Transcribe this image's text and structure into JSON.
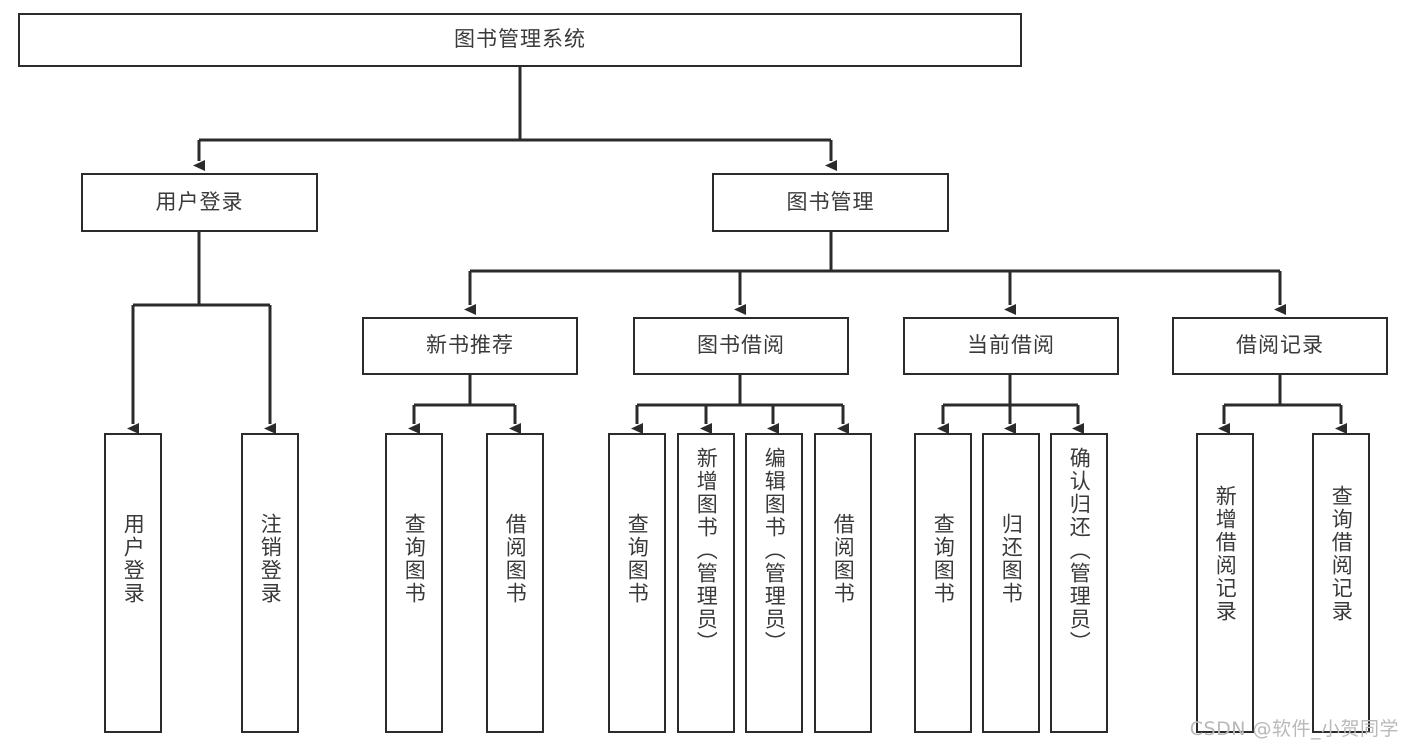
{
  "diagram": {
    "title": "图书管理系统",
    "type": "tree",
    "root": {
      "id": "root",
      "label": "图书管理系统"
    },
    "level2": [
      {
        "id": "user-login",
        "label": "用户登录"
      },
      {
        "id": "book-manage",
        "label": "图书管理"
      }
    ],
    "level3": [
      {
        "id": "new-book-recommend",
        "label": "新书推荐",
        "parent": "book-manage"
      },
      {
        "id": "book-borrow",
        "label": "图书借阅",
        "parent": "book-manage"
      },
      {
        "id": "current-borrow",
        "label": "当前借阅",
        "parent": "book-manage"
      },
      {
        "id": "borrow-record",
        "label": "借阅记录",
        "parent": "book-manage"
      }
    ],
    "leaves": [
      {
        "id": "leaf-user-login",
        "label": "用户登录",
        "parent": "user-login"
      },
      {
        "id": "leaf-user-logout",
        "label": "注销登录",
        "parent": "user-login"
      },
      {
        "id": "leaf-query-book-1",
        "label": "查询图书",
        "parent": "new-book-recommend"
      },
      {
        "id": "leaf-borrow-book-1",
        "label": "借阅图书",
        "parent": "new-book-recommend"
      },
      {
        "id": "leaf-query-book-2",
        "label": "查询图书",
        "parent": "book-borrow"
      },
      {
        "id": "leaf-add-book",
        "label": "新增图书（管理员）",
        "parent": "book-borrow"
      },
      {
        "id": "leaf-edit-book",
        "label": "编辑图书（管理员）",
        "parent": "book-borrow"
      },
      {
        "id": "leaf-borrow-book-2",
        "label": "借阅图书",
        "parent": "book-borrow"
      },
      {
        "id": "leaf-query-book-3",
        "label": "查询图书",
        "parent": "current-borrow"
      },
      {
        "id": "leaf-return-book",
        "label": "归还图书",
        "parent": "current-borrow"
      },
      {
        "id": "leaf-confirm-return",
        "label": "确认归还（管理员）",
        "parent": "current-borrow"
      },
      {
        "id": "leaf-add-record",
        "label": "新增借阅记录",
        "parent": "borrow-record"
      },
      {
        "id": "leaf-query-record",
        "label": "查询借阅记录",
        "parent": "borrow-record"
      }
    ],
    "colors": {
      "stroke": "#2b2b2b",
      "text": "#3a3a3a",
      "background": "#ffffff",
      "watermark": "#b9b9b9"
    }
  },
  "watermark": {
    "text": "CSDN @软件_小贺同学"
  }
}
